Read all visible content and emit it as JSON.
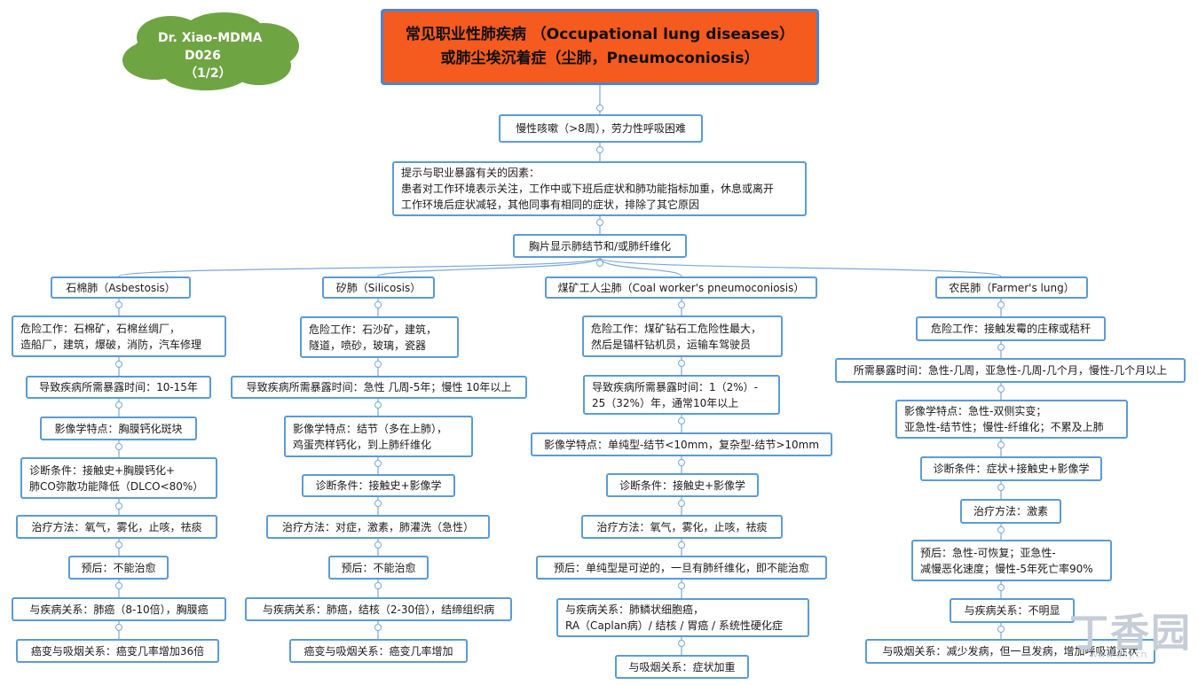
{
  "badge": {
    "line1": "Dr. Xiao-MDMA",
    "line2": "D026 （1/2）"
  },
  "title": {
    "line1": "常见职业性肺疾病 （Occupational lung diseases）",
    "line2": "或肺尘埃沉着症（尘肺，Pneumoconiosis）"
  },
  "trunk": {
    "symptoms": "慢性咳嗽（>8周），劳力性呼吸困难",
    "exposure": "提示与职业暴露有关的因素：\n患者对工作环境表示关注，工作中或下班后症状和肺功能指标加重，休息或离开\n工作环境后症状减轻，其他同事有相同的症状，排除了其它原因",
    "xray": "胸片显示肺结节和/或肺纤维化"
  },
  "diseases": {
    "asbestosis": {
      "name": "石棉肺（Asbestosis）",
      "risk": "危险工作：石棉矿，石棉丝绸厂，\n造船厂，建筑，爆破，消防，汽车修理",
      "exposure": "导致疾病所需暴露时间：10-15年",
      "imaging": "影像学特点：胸膜钙化斑块",
      "diagnosis": "诊断条件：接触史+胸膜钙化+\n肺CO弥散功能降低（DLCO<80%）",
      "treatment": "治疗方法：氧气，雾化，止咳，祛痰",
      "prognosis": "预后：不能治愈",
      "relation": "与疾病关系：肺癌（8-10倍），胸膜癌",
      "smoking": "癌变与吸烟关系：癌变几率增加36倍"
    },
    "silicosis": {
      "name": "矽肺（Silicosis）",
      "risk": "危险工作：石沙矿，建筑，\n隧道，喷砂，玻璃，瓷器",
      "exposure": "导致疾病所需暴露时间：急性 几周-5年；慢性 10年以上",
      "imaging": "影像学特点：结节（多在上肺），\n鸡蛋壳样钙化，到上肺纤维化",
      "diagnosis": "诊断条件：接触史+影像学",
      "treatment": "治疗方法：对症，激素，肺灌洗（急性）",
      "prognosis": "预后：不能治愈",
      "relation": "与疾病关系：肺癌，结核（2-30倍），结缔组织病",
      "smoking": "癌变与吸烟关系：癌变几率增加"
    },
    "cwp": {
      "name": "煤矿工人尘肺（Coal worker's pneumoconiosis）",
      "risk": "危险工作：煤矿钻石工危险性最大，\n然后是锚杆钻机员，运输车驾驶员",
      "exposure": "导致疾病所需暴露时间：1（2%）-\n25（32%）年，通常10年以上",
      "imaging": "影像学特点：单纯型-结节<10mm，复杂型-结节>10mm",
      "diagnosis": "诊断条件：接触史+影像学",
      "treatment": "治疗方法：氧气，雾化，止咳，祛痰",
      "prognosis": "预后：单纯型是可逆的，一旦有肺纤维化，即不能治愈",
      "relation": "与疾病关系：肺鳞状细胞癌，\nRA（Caplan病）/ 结核 / 胃癌 / 系统性硬化症",
      "smoking": "与吸烟关系：症状加重"
    },
    "farmers": {
      "name": "农民肺（Farmer's lung）",
      "risk": "危险工作：接触发霉的庄稼或秸秆",
      "exposure": "所需暴露时间：急性-几周，亚急性-几周-几个月，慢性-几个月以上",
      "imaging": "影像学特点：急性-双侧实变；\n亚急性-结节性；慢性-纤维化；不累及上肺",
      "diagnosis": "诊断条件：症状+接触史+影像学",
      "treatment": "治疗方法：激素",
      "prognosis": "预后：急性-可恢复；亚急性-\n减慢恶化速度；慢性-5年死亡率90%",
      "relation": "与疾病关系：不明显",
      "smoking": "与吸烟关系：减少发病，但一旦发病，增加呼吸道症状"
    }
  },
  "colors": {
    "title_fill": "#f55a1e",
    "node_border": "#5b9bd5",
    "cloud_fill": "#6fa443",
    "connector": "#7aa8d8"
  },
  "watermark": {
    "text": "丁香园",
    "url": "www.dxy.cn"
  }
}
